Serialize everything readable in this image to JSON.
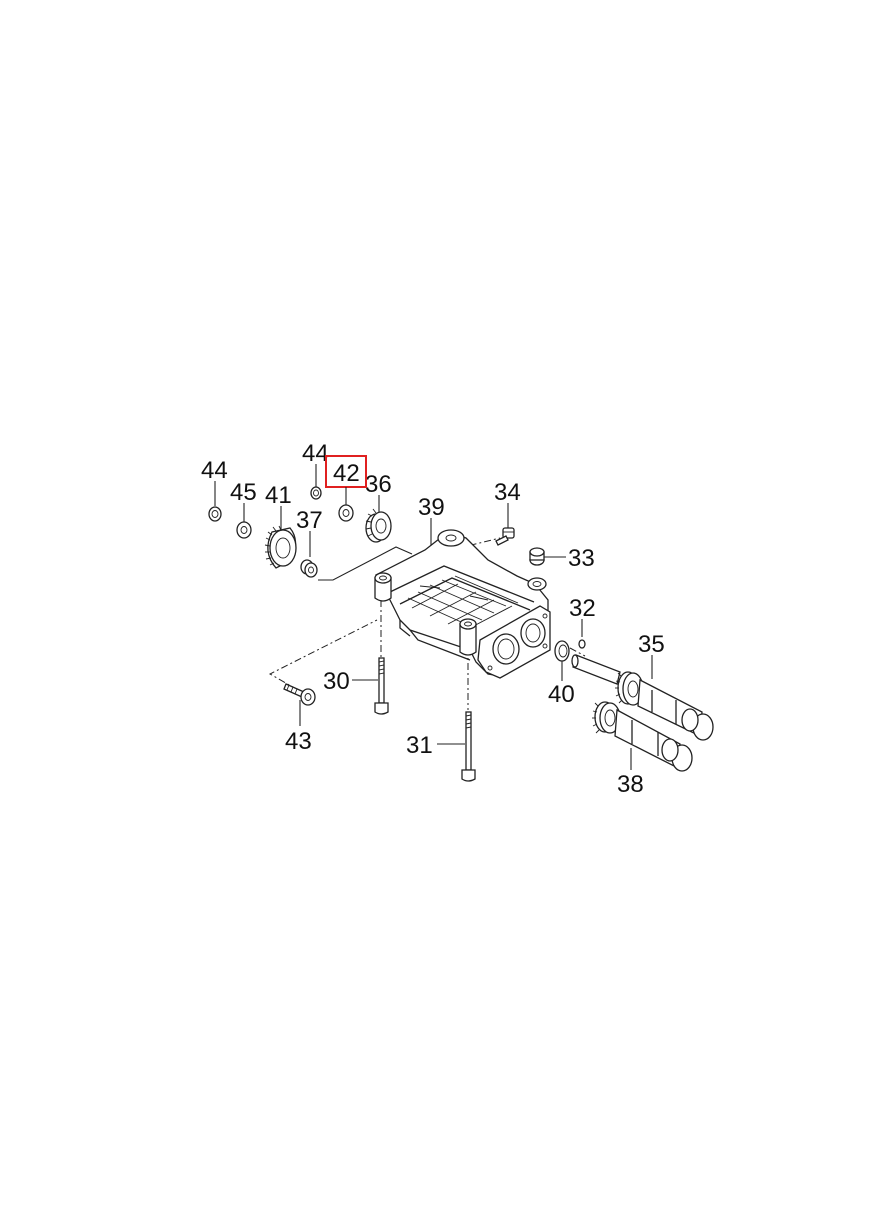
{
  "diagram": {
    "parts": [
      {
        "id": "p44a",
        "number": "44"
      },
      {
        "id": "p45",
        "number": "45"
      },
      {
        "id": "p41",
        "number": "41"
      },
      {
        "id": "p44b",
        "number": "44"
      },
      {
        "id": "p42",
        "number": "42",
        "highlighted": true
      },
      {
        "id": "p36",
        "number": "36"
      },
      {
        "id": "p37",
        "number": "37"
      },
      {
        "id": "p39",
        "number": "39"
      },
      {
        "id": "p34",
        "number": "34"
      },
      {
        "id": "p33",
        "number": "33"
      },
      {
        "id": "p32",
        "number": "32"
      },
      {
        "id": "p35",
        "number": "35"
      },
      {
        "id": "p40",
        "number": "40"
      },
      {
        "id": "p30",
        "number": "30"
      },
      {
        "id": "p31",
        "number": "31"
      },
      {
        "id": "p43",
        "number": "43"
      },
      {
        "id": "p38",
        "number": "38"
      }
    ],
    "highlight_color": "#e02020"
  }
}
